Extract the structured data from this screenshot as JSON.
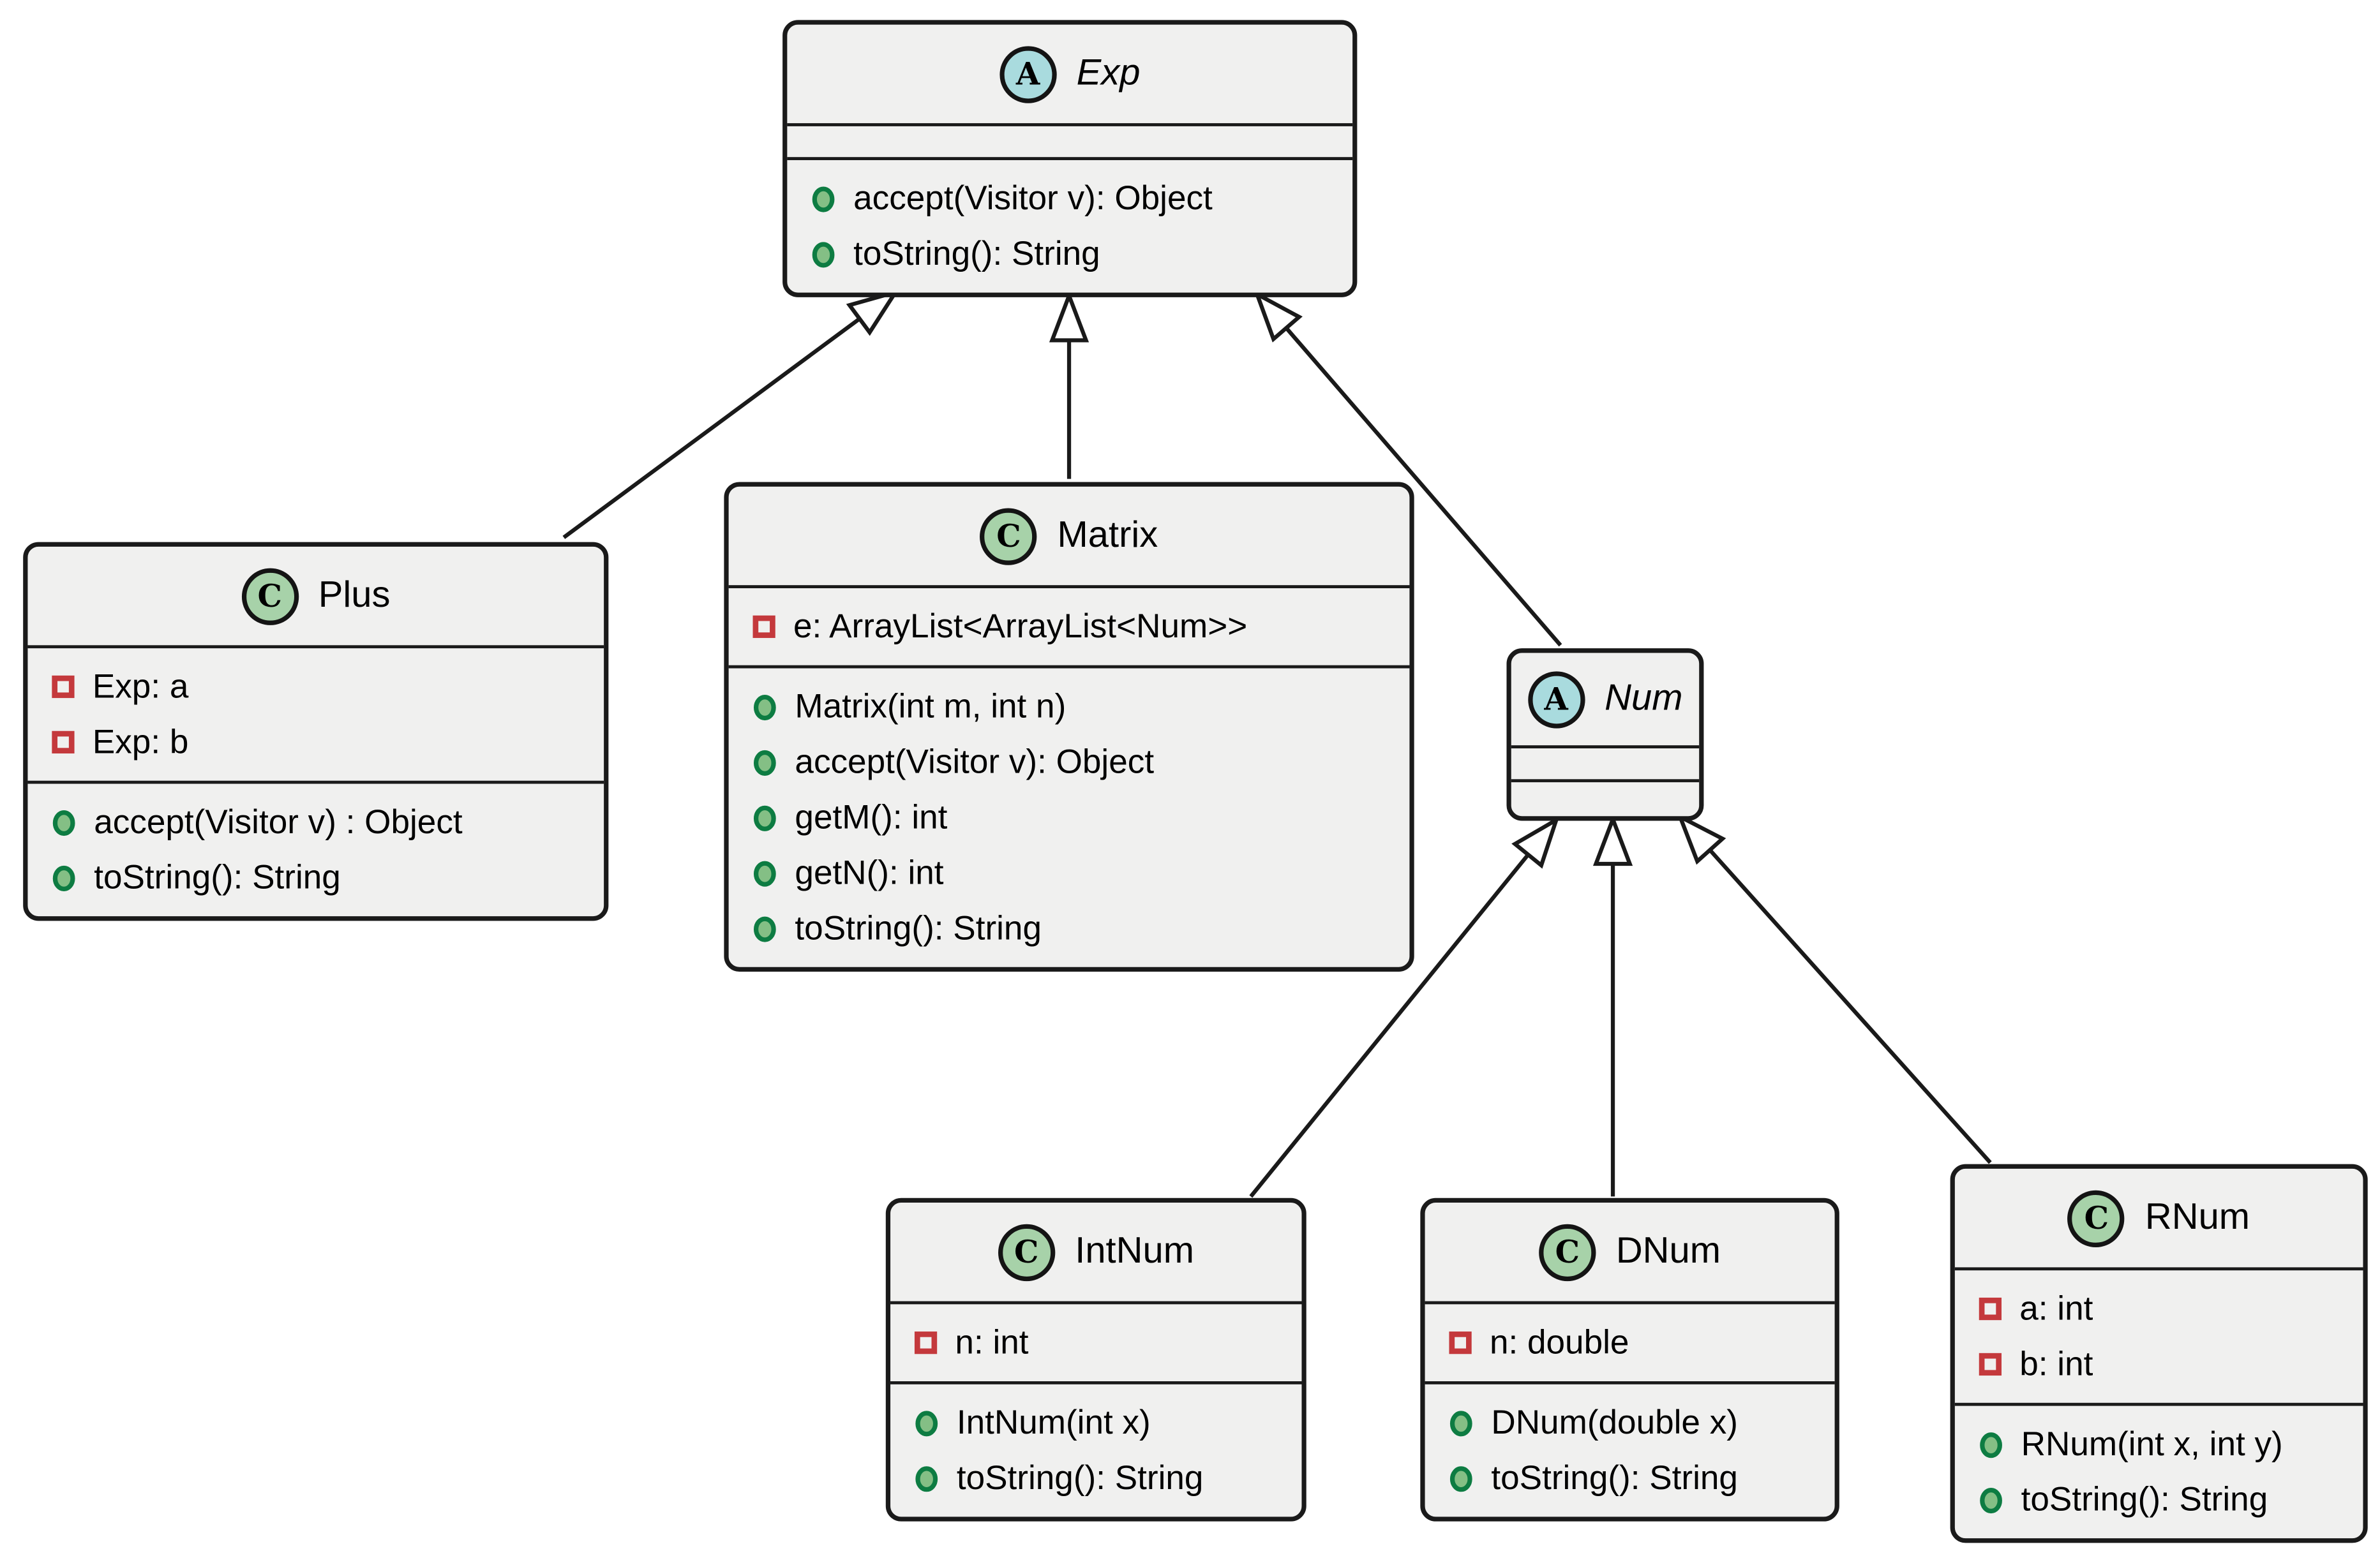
{
  "diagram": {
    "type": "uml-class-diagram",
    "colors": {
      "box_fill": "#f0f0ef",
      "box_border": "#1a1a1a",
      "abstract_badge": "#a9dbde",
      "class_badge": "#a7d2a9",
      "method_icon_fill": "#84bf85",
      "method_icon_stroke": "#0d7c42",
      "field_icon_stroke": "#c4393c",
      "edge": "#1a1a1a"
    }
  },
  "classes": {
    "exp": {
      "badge": "A",
      "kind": "abstract",
      "name": "Exp",
      "fields": [],
      "methods": [
        "accept(Visitor v): Object",
        "toString(): String"
      ]
    },
    "plus": {
      "badge": "C",
      "kind": "class",
      "name": "Plus",
      "fields": [
        "Exp: a",
        "Exp: b"
      ],
      "methods": [
        "accept(Visitor v) : Object",
        "toString(): String"
      ]
    },
    "matrix": {
      "badge": "C",
      "kind": "class",
      "name": "Matrix",
      "fields": [
        "e: ArrayList<ArrayList<Num>>"
      ],
      "methods": [
        "Matrix(int m, int n)",
        "accept(Visitor v): Object",
        "getM(): int",
        "getN(): int",
        "toString(): String"
      ]
    },
    "num": {
      "badge": "A",
      "kind": "abstract",
      "name": "Num",
      "fields": [],
      "methods": []
    },
    "intnum": {
      "badge": "C",
      "kind": "class",
      "name": "IntNum",
      "fields": [
        "n: int"
      ],
      "methods": [
        "IntNum(int x)",
        "toString(): String"
      ]
    },
    "dnum": {
      "badge": "C",
      "kind": "class",
      "name": "DNum",
      "fields": [
        "n: double"
      ],
      "methods": [
        "DNum(double x)",
        "toString(): String"
      ]
    },
    "rnum": {
      "badge": "C",
      "kind": "class",
      "name": "RNum",
      "fields": [
        "a: int",
        "b: int"
      ],
      "methods": [
        "RNum(int x, int y)",
        "toString(): String"
      ]
    }
  },
  "relations": [
    {
      "from": "Plus",
      "to": "Exp",
      "type": "generalization"
    },
    {
      "from": "Matrix",
      "to": "Exp",
      "type": "generalization"
    },
    {
      "from": "Num",
      "to": "Exp",
      "type": "generalization"
    },
    {
      "from": "IntNum",
      "to": "Num",
      "type": "generalization"
    },
    {
      "from": "DNum",
      "to": "Num",
      "type": "generalization"
    },
    {
      "from": "RNum",
      "to": "Num",
      "type": "generalization"
    }
  ]
}
